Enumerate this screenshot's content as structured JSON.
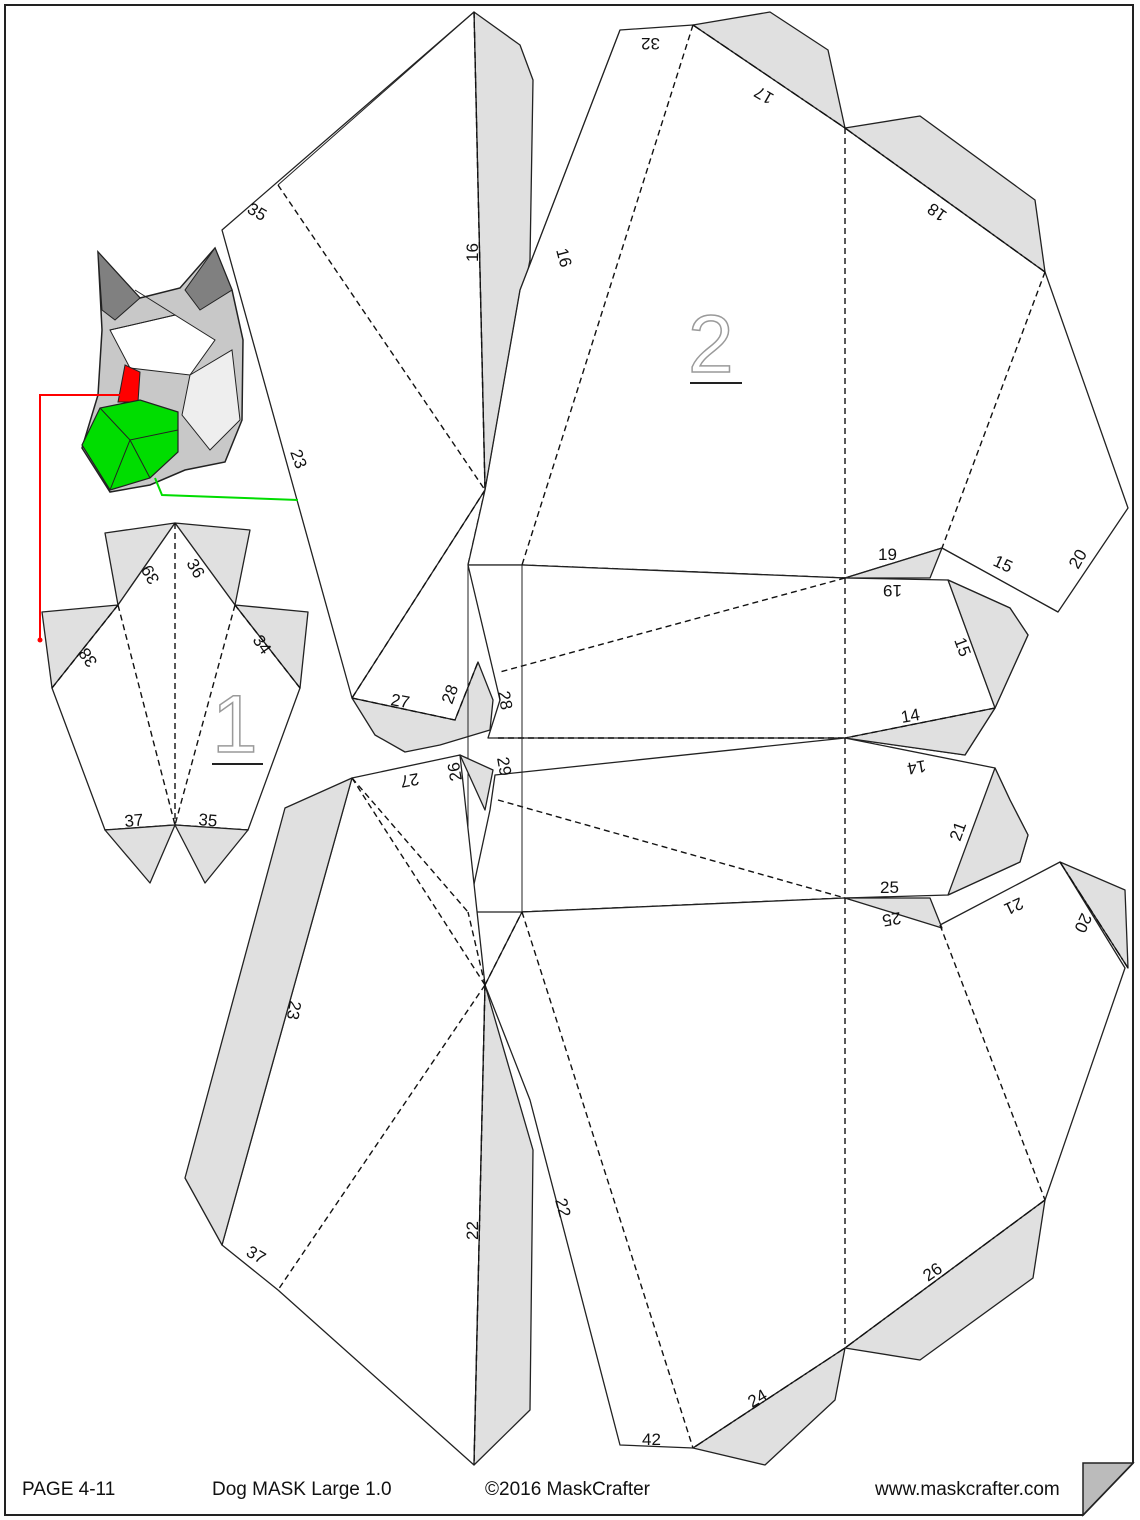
{
  "footer": {
    "page": "PAGE 4-11",
    "title": "Dog MASK Large 1.0",
    "copyright": "©2016 MaskCrafter",
    "website": "www.maskcrafter.com"
  },
  "parts": [
    {
      "number": "1"
    },
    {
      "number": "2"
    }
  ],
  "edge_labels": [
    "32",
    "17",
    "18",
    "35",
    "16",
    "16",
    "23",
    "19",
    "19",
    "15",
    "20",
    "39",
    "36",
    "38",
    "34",
    "15",
    "27",
    "28",
    "28",
    "14",
    "14",
    "29",
    "27",
    "26",
    "21",
    "37",
    "35",
    "25",
    "25",
    "21",
    "20",
    "23",
    "22",
    "22",
    "37",
    "26",
    "24",
    "42"
  ],
  "colors": {
    "tab_fill": "#e0e0e0",
    "nose_highlight": "#ff0000",
    "muzzle_highlight": "#00dd00",
    "mask_gray": "#c8c8c8",
    "corner_fold": "#bbbbbb"
  },
  "icons": [
    "dog-mask-preview-icon",
    "page-corner-fold-icon"
  ]
}
